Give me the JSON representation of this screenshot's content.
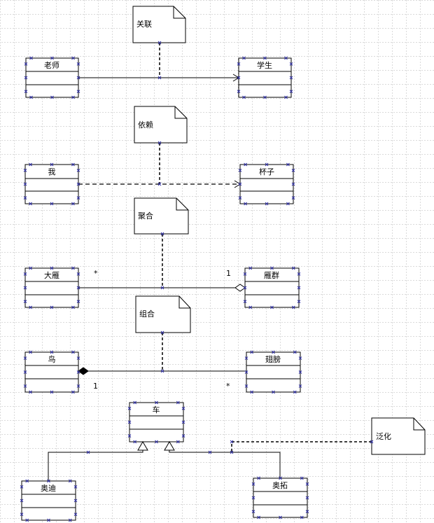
{
  "notes": {
    "association": "关联",
    "dependency": "依赖",
    "aggregation": "聚合",
    "composition": "组合",
    "generalization": "泛化"
  },
  "classes": {
    "teacher": "老师",
    "student": "学生",
    "me": "我",
    "cup": "杯子",
    "wild_goose": "大雁",
    "goose_flock": "雁群",
    "bird": "鸟",
    "wing": "翅膀",
    "car": "车",
    "audi": "奥迪",
    "tiguan": "奥拓"
  },
  "multiplicities": {
    "goose_many": "*",
    "flock_one": "1",
    "bird_one": "1",
    "wing_many": "*"
  },
  "colors": {
    "grid": "#b4b4b4",
    "line": "#000000",
    "handle": "#3333aa"
  }
}
